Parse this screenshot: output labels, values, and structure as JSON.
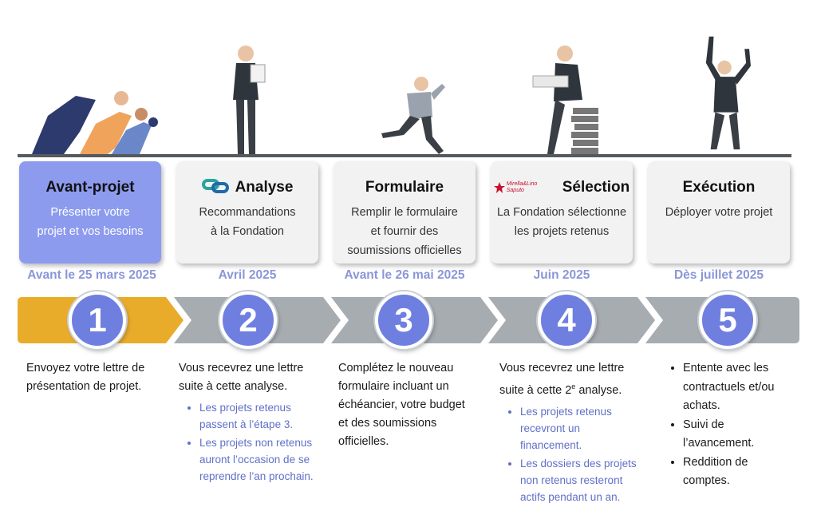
{
  "steps": [
    {
      "number": "1",
      "title": "Avant-projet",
      "subtitle_lines": [
        "Présenter votre",
        "projet et vos besoins"
      ],
      "date": "Avant le 25 mars 2025",
      "desc_lines": [
        "Envoyez votre lettre de",
        "présentation de projet."
      ]
    },
    {
      "number": "2",
      "title": "Analyse",
      "subtitle_lines": [
        "Recommandations",
        "à la Fondation"
      ],
      "date": "Avril 2025",
      "desc_lines": [
        "Vous recevrez une lettre",
        "suite à cette analyse."
      ],
      "bullets": [
        "Les projets retenus passent à l’étape 3.",
        "Les projets non retenus auront l’occasion de se reprendre l’an prochain."
      ]
    },
    {
      "number": "3",
      "title": "Formulaire",
      "subtitle_lines": [
        "Remplir le formulaire",
        "et fournir des",
        "soumissions officielles"
      ],
      "date": "Avant le 26 mai 2025",
      "desc_lines": [
        "Complétez le nouveau",
        "formulaire incluant un",
        "échéancier, votre budget",
        "et des soumissions",
        "officielles."
      ]
    },
    {
      "number": "4",
      "title": "Sélection",
      "subtitle_lines": [
        "La Fondation sélectionne",
        "les projets retenus"
      ],
      "date": "Juin 2025",
      "desc_line1": "Vous recevrez une lettre",
      "desc_line2_prefix": "suite à cette 2",
      "desc_line2_sup": "e",
      "desc_line2_suffix": " analyse.",
      "bullets": [
        "Les projets retenus recevront un financement.",
        "Les dossiers des projets non retenus resteront actifs pendant un an."
      ],
      "logo_text": "Mirella&Lino Saputo"
    },
    {
      "number": "5",
      "title": "Exécution",
      "subtitle_lines": [
        "Déployer votre projet"
      ],
      "date": "Dès juillet 2025",
      "bullets": [
        "Entente avec les contractuels et/ou achats.",
        "Suivi de l’avancement.",
        "Reddition de comptes."
      ]
    }
  ],
  "colors": {
    "active_card": "#8d9bef",
    "date_text": "#8a96d8",
    "circle": "#6f7fe0",
    "arrow_active": "#e9ac2a",
    "arrow_gray": "#a7acb1",
    "bullet_blue": "#6070c8"
  }
}
